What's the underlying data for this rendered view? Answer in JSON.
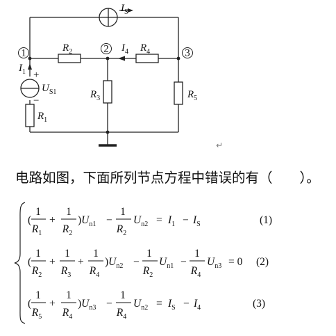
{
  "circuit": {
    "node1": "1",
    "node2": "2",
    "node3": "3",
    "current_source": "I",
    "current_source_sub": "S",
    "current_1": "I",
    "current_1_sub": "1",
    "current_4": "I",
    "current_4_sub": "4",
    "voltage_source": "U",
    "voltage_source_sub": "S1",
    "plus": "+",
    "minus": "−",
    "r1": "R",
    "r1_sub": "1",
    "r2": "R",
    "r2_sub": "2",
    "r3": "R",
    "r3_sub": "3",
    "r4": "R",
    "r4_sub": "4",
    "r5": "R",
    "r5_sub": "5",
    "return_mark": "↵"
  },
  "question": "电路如图，下面所列节点方程中错误的有（　　）。",
  "equations": {
    "eq1": {
      "one": "1",
      "r1": "R",
      "r1_sub": "1",
      "r2": "R",
      "r2_sub": "2",
      "un1": "U",
      "un1_sub": "n1",
      "un2": "U",
      "un2_sub": "n2",
      "rhs_i1": "I",
      "rhs_i1_sub": "1",
      "rhs_is": "I",
      "rhs_is_sub": "S",
      "number": "(1)"
    },
    "eq2": {
      "one": "1",
      "r2": "R",
      "r2_sub": "2",
      "r3": "R",
      "r3_sub": "3",
      "r4": "R",
      "r4_sub": "4",
      "un2": "U",
      "un2_sub": "n2",
      "un1": "U",
      "un1_sub": "n1",
      "un3": "U",
      "un3_sub": "n3",
      "rhs": "= 0",
      "number": "(2)"
    },
    "eq3": {
      "one": "1",
      "r5": "R",
      "r5_sub": "5",
      "r4": "R",
      "r4_sub": "4",
      "un3": "U",
      "un3_sub": "n3",
      "un2": "U",
      "un2_sub": "n2",
      "rhs_is": "I",
      "rhs_is_sub": "S",
      "rhs_i4": "I",
      "rhs_i4_sub": "4",
      "number": "(3)"
    }
  }
}
